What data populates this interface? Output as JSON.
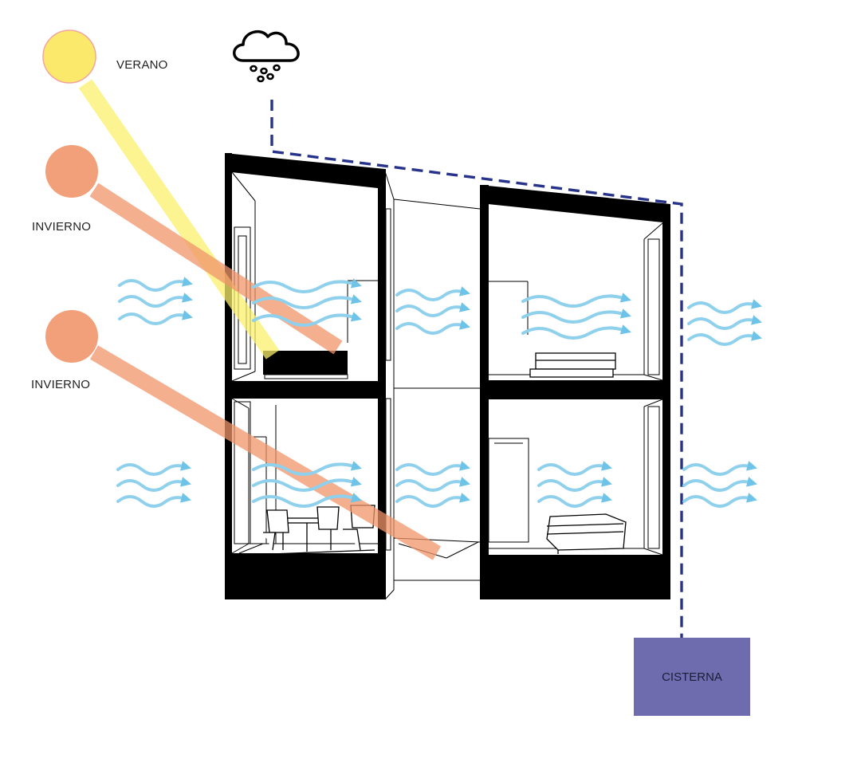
{
  "labels": {
    "summer": "VERANO",
    "winter_1": "INVIERNO",
    "winter_2": "INVIERNO",
    "cistern": "CISTERNA"
  },
  "colors": {
    "summer_sun": "#fbe96b",
    "summer_ray": "#fbf06c",
    "winter_sun": "#f2a07a",
    "winter_ray": "#f0946a",
    "wind": "#8fd1ec",
    "wind_head": "#6ec3e8",
    "rain_pipe": "#27338a",
    "cistern": "#6e6cae",
    "structure": "#000000"
  },
  "icons": {
    "summer_sun": "sun-icon",
    "winter_sun": "sun-icon",
    "rain": "rain-cloud-icon",
    "wind": "wind-arrow-icon"
  }
}
